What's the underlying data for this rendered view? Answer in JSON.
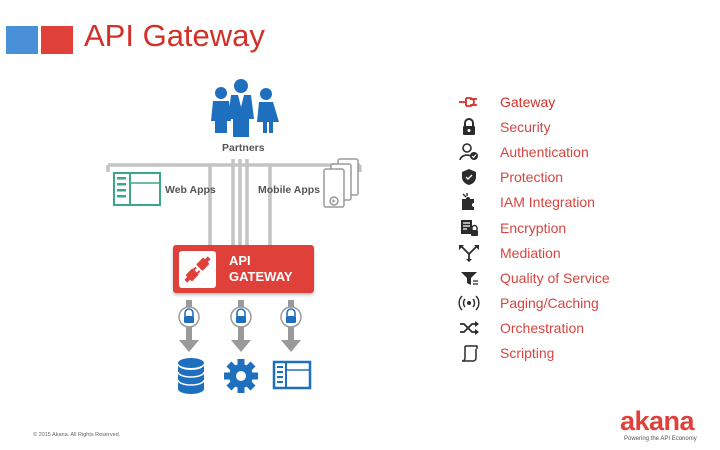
{
  "header": {
    "title": "API Gateway"
  },
  "diagram": {
    "partners_label": "Partners",
    "web_apps_label": "Web Apps",
    "mobile_apps_label": "Mobile Apps",
    "gateway_line1": "API",
    "gateway_line2": "GATEWAY"
  },
  "features": [
    {
      "label": "Gateway",
      "icon": "plug-icon"
    },
    {
      "label": "Security",
      "icon": "padlock-icon"
    },
    {
      "label": "Authentication",
      "icon": "user-check-icon"
    },
    {
      "label": "Protection",
      "icon": "shield-icon"
    },
    {
      "label": "IAM Integration",
      "icon": "puzzle-icon"
    },
    {
      "label": "Encryption",
      "icon": "encrypted-document-icon"
    },
    {
      "label": "Mediation",
      "icon": "mediation-arrows-icon"
    },
    {
      "label": "Quality of Service",
      "icon": "funnel-icon"
    },
    {
      "label": "Paging/Caching",
      "icon": "broadcast-icon"
    },
    {
      "label": "Orchestration",
      "icon": "shuffle-icon"
    },
    {
      "label": "Scripting",
      "icon": "script-icon"
    }
  ],
  "footer": {
    "copyright": "© 2015 Akana. All Rights Reserved.",
    "logo_word": "akana",
    "logo_tagline": "Powering the API Economy"
  },
  "colors": {
    "accent_red": "#e0403a",
    "accent_blue": "#4a90d9",
    "dark_blue": "#1f6fbf",
    "teal": "#3aa68a"
  }
}
